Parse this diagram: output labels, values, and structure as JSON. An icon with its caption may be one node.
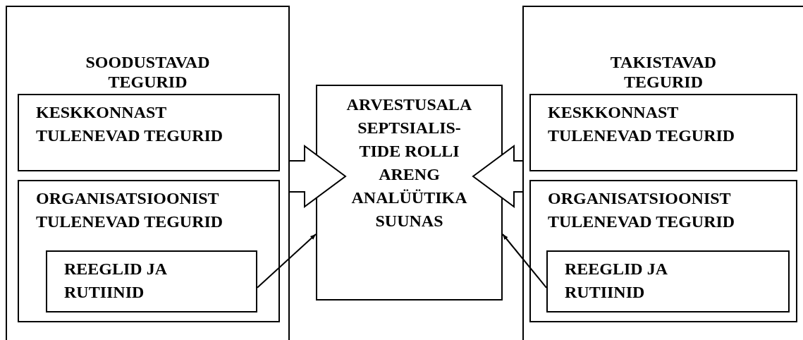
{
  "diagram": {
    "nodes": [
      {
        "text": [
          "SOODUSTAVAD TEGURID"
        ]
      },
      {
        "text": [
          "KESKKONNAST TULENEVAD TEGURID"
        ],
        "in": 0
      },
      {
        "text": [
          "ORGANISATSIOONIST TULENEVAD TEGURID"
        ],
        "in": 0
      },
      {
        "text": [
          "REEGLID JA RUTIINID"
        ],
        "in": 2
      },
      {
        "text": [
          "ARVESTUSALA SEPTSIALIS- TIDE ROLLI ARENG ANALÜÜTIKA SUUNAS"
        ]
      },
      {
        "text": [
          "TAKISTAVAD TEGURID"
        ]
      },
      {
        "text": [
          "KESKKONNAST TULENEVAD TEGURID"
        ],
        "in": 5
      },
      {
        "text": [
          "ORGANISATSIOONIST TULENEVAD TEGURID"
        ],
        "in": 5
      },
      {
        "text": [
          "REEGLID JA RUTIINID"
        ],
        "in": 7
      }
    ],
    "edges": [
      {
        "from": 0,
        "to": 4,
        "arrow": "to",
        "style": "thick"
      },
      {
        "from": 5,
        "to": 4,
        "arrow": "to",
        "style": "thick"
      },
      {
        "from": 3,
        "to": 4,
        "arrow": "to"
      },
      {
        "from": 8,
        "to": 4,
        "arrow": "to"
      }
    ]
  }
}
